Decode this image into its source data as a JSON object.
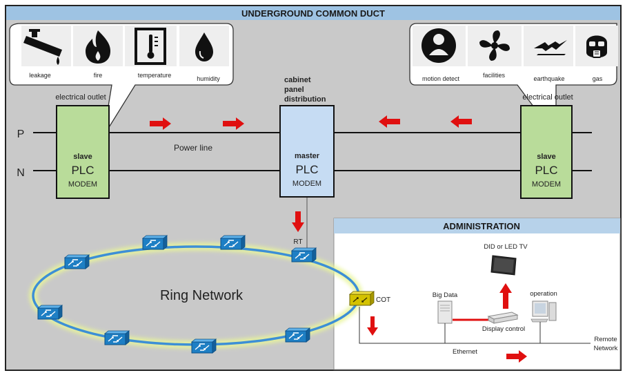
{
  "header": {
    "title": "UNDERGROUND COMMON DUCT"
  },
  "left_sensors": [
    {
      "icon": "leakage-icon",
      "label": "leakage"
    },
    {
      "icon": "fire-icon",
      "label": "fire"
    },
    {
      "icon": "temperature-icon",
      "label": "temperature"
    },
    {
      "icon": "humidity-icon",
      "label": "humidity"
    }
  ],
  "right_sensors": [
    {
      "icon": "motion-detect-icon",
      "label": "motion detect"
    },
    {
      "icon": "facilities-icon",
      "label": "facilities"
    },
    {
      "icon": "earthquake-icon",
      "label": "earthquake"
    },
    {
      "icon": "gas-icon",
      "label": "gas"
    }
  ],
  "outlets": {
    "left": "electrical outlet",
    "right": "electrical outlet"
  },
  "lines": {
    "p": "P",
    "n": "N",
    "power_line": "Power line"
  },
  "cabinet": {
    "line1": "cabinet",
    "line2": "panel",
    "line3": "distribution"
  },
  "modems": {
    "left": {
      "role": "slave",
      "name": "PLC",
      "sub": "MODEM"
    },
    "center": {
      "role": "master",
      "name": "PLC",
      "sub": "MODEM"
    },
    "right": {
      "role": "slave",
      "name": "PLC",
      "sub": "MODEM"
    }
  },
  "network": {
    "rt": "RT",
    "ring": "Ring Network",
    "cot": "COT"
  },
  "admin": {
    "title": "ADMINISTRATION",
    "tv": "DID or LED TV",
    "big_data": "Big Data",
    "operation": "operation",
    "display_control": "Display control",
    "ethernet": "Ethernet",
    "remote_line1": "Remote",
    "remote_line2": "Network"
  },
  "colors": {
    "background": "#c9c9c9",
    "header": "#9ec3e3",
    "slave_fill": "#b9dc9a",
    "master_fill": "#c6dcf3",
    "arrow": "#e01010",
    "ring": "#3d8fd6"
  }
}
